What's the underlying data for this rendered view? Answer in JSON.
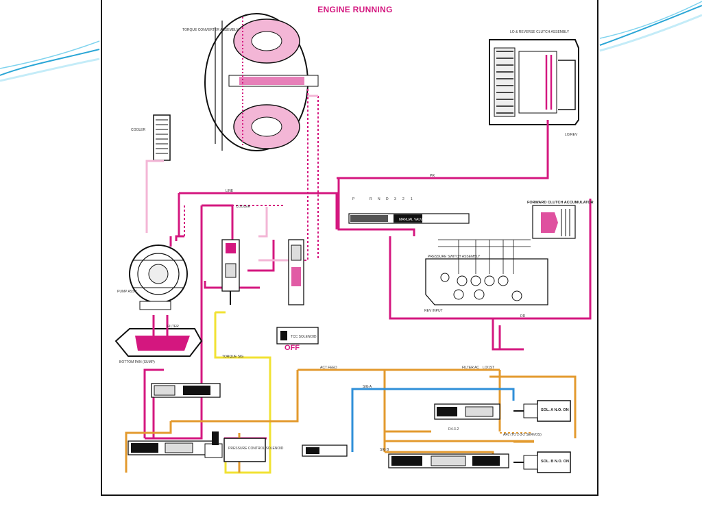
{
  "slide": {
    "background": "#ffffff",
    "decor_colors": [
      "#2aa6d6",
      "#7fd3ee",
      "#c4ecf8"
    ]
  },
  "diagram": {
    "title": "ENGINE RUNNING",
    "off_label": "OFF",
    "colors": {
      "line_pressure": "#d4177f",
      "cooler": "#f3b6d6",
      "orange_circuit": "#e39a2e",
      "blue_circuit": "#2f8fd8",
      "yellow_circuit": "#f1e233",
      "component": "#111111"
    },
    "components": {
      "torque_converter": "TORQUE CONVERTER ASSEMBLY",
      "lo_reverse_clutch": "LO & REVERSE CLUTCH ASSEMBLY",
      "cooler": "COOLER",
      "forward_clutch_accumulator": "FORWARD CLUTCH ACCUMULATOR",
      "manual_valve": "MANUAL VALVE",
      "pressure_switch": "PRESSURE SWITCH ASSEMBLY",
      "pump": "PUMP ASSY",
      "filter": "FILTER",
      "bottom_pan": "BOTTOM PAN (SUMP)",
      "pressure_control_solenoid": "PRESSURE CONTROL SOLENOID",
      "tcc_solenoid": "TCC SOLENOID",
      "sol_a": "SOL. A N.O. ON",
      "sol_b": "SOL. B N.O. ON"
    },
    "line_labels": {
      "line": "LINE",
      "cooler": "COOLER",
      "pr": "PR",
      "dr": "DR",
      "lo_rev": "LO/REV",
      "rev_input": "REV INPUT",
      "torque_sig": "TORQUE SIG",
      "act_feed": "ACT FEED",
      "filter_ac": "FILTER AC",
      "sig_a": "SIG A",
      "sig_b": "SIG B",
      "d432": "D4-3-2",
      "lo_1st": "LO/1ST",
      "to_232_servos": "AFL (TO 2-3-2 SERVOS)"
    },
    "gear_letters": [
      "P",
      "R",
      "N",
      "D",
      "3",
      "2",
      "1"
    ]
  }
}
